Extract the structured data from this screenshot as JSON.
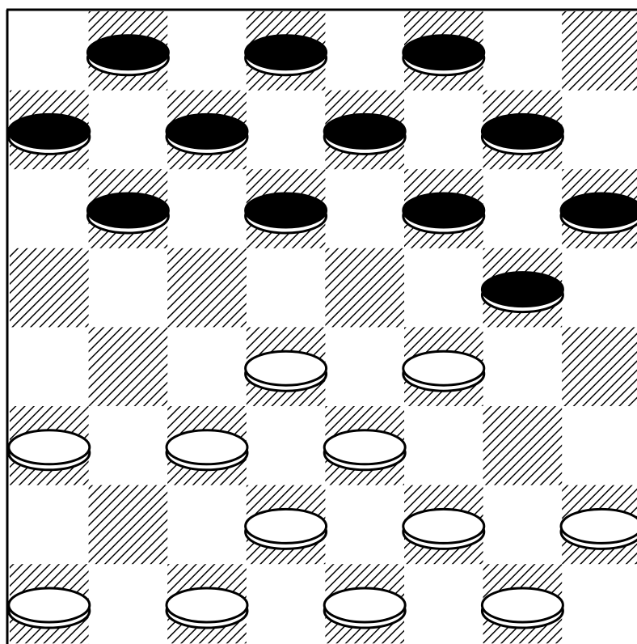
{
  "board": {
    "rows": 8,
    "cols": 8,
    "dark_square_parity": 1,
    "colors": {
      "light_square": "#ffffff",
      "hatch_ink": "#000000",
      "black_piece": "#000000",
      "white_piece": "#ffffff",
      "outline": "#000000"
    },
    "pieces": [
      {
        "row": 0,
        "col": 1,
        "color": "black"
      },
      {
        "row": 0,
        "col": 3,
        "color": "black"
      },
      {
        "row": 0,
        "col": 5,
        "color": "black"
      },
      {
        "row": 1,
        "col": 0,
        "color": "black"
      },
      {
        "row": 1,
        "col": 2,
        "color": "black"
      },
      {
        "row": 1,
        "col": 4,
        "color": "black"
      },
      {
        "row": 1,
        "col": 6,
        "color": "black"
      },
      {
        "row": 2,
        "col": 1,
        "color": "black"
      },
      {
        "row": 2,
        "col": 3,
        "color": "black"
      },
      {
        "row": 2,
        "col": 5,
        "color": "black"
      },
      {
        "row": 2,
        "col": 7,
        "color": "black"
      },
      {
        "row": 3,
        "col": 6,
        "color": "black"
      },
      {
        "row": 4,
        "col": 3,
        "color": "white"
      },
      {
        "row": 4,
        "col": 5,
        "color": "white"
      },
      {
        "row": 5,
        "col": 0,
        "color": "white"
      },
      {
        "row": 5,
        "col": 2,
        "color": "white"
      },
      {
        "row": 5,
        "col": 4,
        "color": "white"
      },
      {
        "row": 6,
        "col": 3,
        "color": "white"
      },
      {
        "row": 6,
        "col": 5,
        "color": "white"
      },
      {
        "row": 6,
        "col": 7,
        "color": "white"
      },
      {
        "row": 7,
        "col": 0,
        "color": "white"
      },
      {
        "row": 7,
        "col": 2,
        "color": "white"
      },
      {
        "row": 7,
        "col": 4,
        "color": "white"
      },
      {
        "row": 7,
        "col": 6,
        "color": "white"
      }
    ]
  }
}
